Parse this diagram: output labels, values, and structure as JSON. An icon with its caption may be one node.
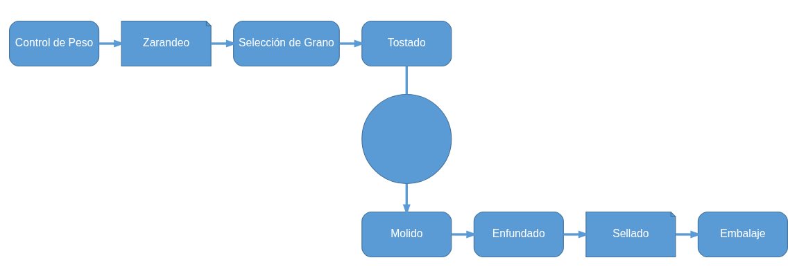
{
  "diagram": {
    "nodes": [
      {
        "text": [
          "Control de Peso"
        ]
      },
      {
        "text": [
          "Zarandeo"
        ]
      },
      {
        "text": [
          "Selección de Grano"
        ]
      },
      {
        "text": [
          "Tostado"
        ]
      },
      {
        "text": [],
        "shape": "circle"
      },
      {
        "text": [
          "Molido"
        ]
      },
      {
        "text": [
          "Enfundado"
        ]
      },
      {
        "text": [
          "Sellado"
        ]
      },
      {
        "text": [
          "Embalaje"
        ]
      }
    ],
    "edges": [
      {
        "from": 0,
        "to": 1,
        "arrow": "to"
      },
      {
        "from": 1,
        "to": 2,
        "arrow": "to"
      },
      {
        "from": 2,
        "to": 3,
        "arrow": "to"
      },
      {
        "from": 3,
        "to": 4,
        "arrow": "none"
      },
      {
        "from": 4,
        "to": 5,
        "arrow": "to"
      },
      {
        "from": 5,
        "to": 6,
        "arrow": "to"
      },
      {
        "from": 6,
        "to": 7,
        "arrow": "to"
      },
      {
        "from": 7,
        "to": 8,
        "arrow": "to"
      }
    ]
  }
}
